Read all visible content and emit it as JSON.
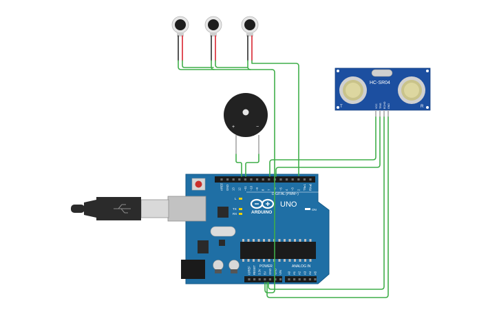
{
  "canvas": {
    "background": "#ffffff"
  },
  "colors": {
    "wire_green": "#3fae49",
    "wire_red": "#d9232e",
    "board_blue": "#1f6fa5",
    "sensor_blue": "#1c4fa0",
    "buzzer_black": "#222222",
    "usb_gray": "#bfbfbf"
  },
  "arduino": {
    "brand": "ARDUINO",
    "model": "UNO",
    "on_label": "ON",
    "digital_header": "DIGITAL (PWM~)",
    "power_header": "POWER",
    "analog_header": "ANALOG IN",
    "led_l": "L",
    "led_tx": "TX",
    "led_rx": "RX",
    "digital_pins": [
      "AREF",
      "GND",
      "13",
      "12",
      "~11",
      "~10",
      "~9",
      "8",
      "7",
      "~6",
      "~5",
      "4",
      "~3",
      "2",
      "TX▸1",
      "RX◂0"
    ],
    "power_pins": [
      "IOREF",
      "RESET",
      "3.3V",
      "5V",
      "GND",
      "GND",
      "VIN"
    ],
    "analog_pins": [
      "A0",
      "A1",
      "A2",
      "A3",
      "A4",
      "A5"
    ]
  },
  "sensor": {
    "model": "HC-SR04",
    "left_mark": "T",
    "right_mark": "R",
    "pins": [
      "VCC",
      "TRIG",
      "ECHO",
      "GND"
    ]
  },
  "buzzer": {
    "plus": "+",
    "minus": "−"
  },
  "icons": {
    "usb": "usb-cable-icon",
    "motor": "vibration-motor-icon",
    "buzzer": "piezo-buzzer-icon",
    "sensor": "ultrasonic-sensor-icon",
    "reset": "reset-button-icon"
  }
}
